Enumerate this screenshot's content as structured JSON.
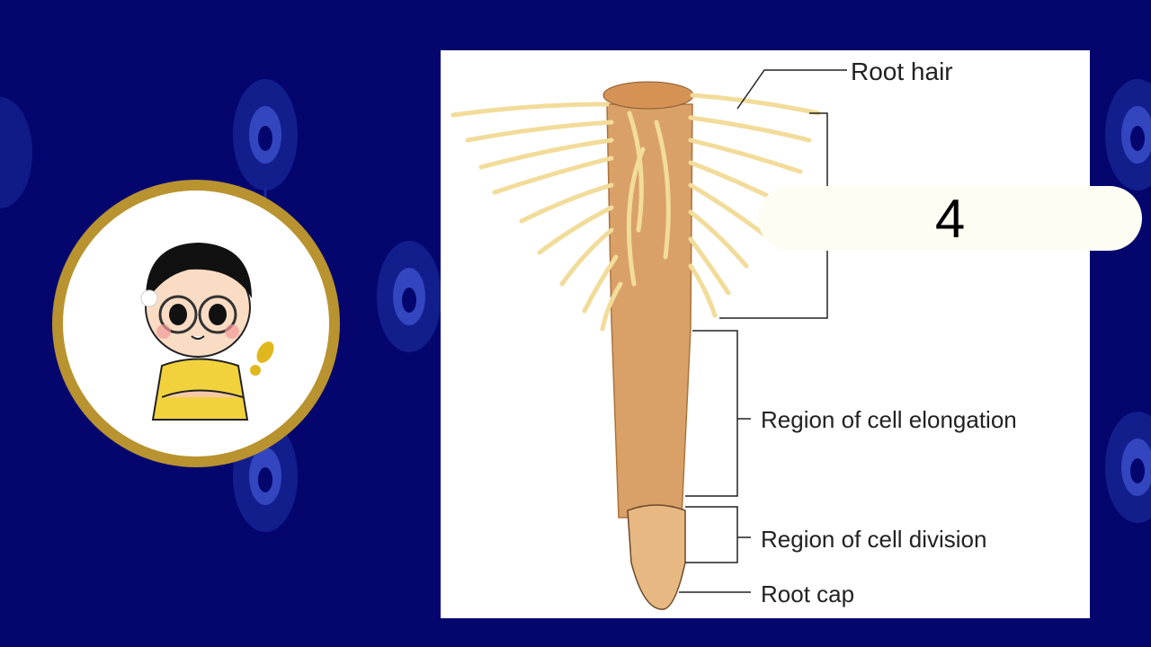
{
  "background": {
    "color": "#04066e",
    "pattern": "peacock-feather"
  },
  "avatar": {
    "ring_color": "#b8932f",
    "shirt_color": "#f2d23c"
  },
  "diagram": {
    "labels": {
      "root_hair": "Root hair",
      "elongation": "Region of cell elongation",
      "division": "Region of cell division",
      "root_cap": "Root cap"
    },
    "root_color": "#d9a168",
    "hair_color": "#f2dc9a"
  },
  "overlay": {
    "answer_number": "4"
  }
}
